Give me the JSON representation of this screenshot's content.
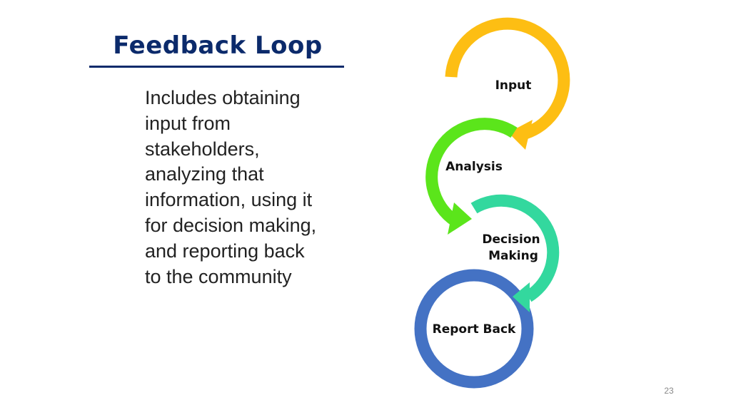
{
  "slide": {
    "title": "Feedback Loop",
    "body": "Includes obtaining input from stakeholders, analyzing that information, using it for decision making, and reporting back to the community",
    "page_number": "23"
  },
  "diagram": {
    "steps": [
      {
        "label": "Input",
        "color": "#FDBE13",
        "icon": "arrow-ring"
      },
      {
        "label": "Analysis",
        "color": "#5BE51B",
        "icon": "arrow-ring"
      },
      {
        "label_lines": [
          "Decision",
          "Making"
        ],
        "color": "#33D89E",
        "icon": "arrow-ring"
      },
      {
        "label": "Report Back",
        "color": "#4472C4",
        "icon": "ring"
      }
    ]
  }
}
